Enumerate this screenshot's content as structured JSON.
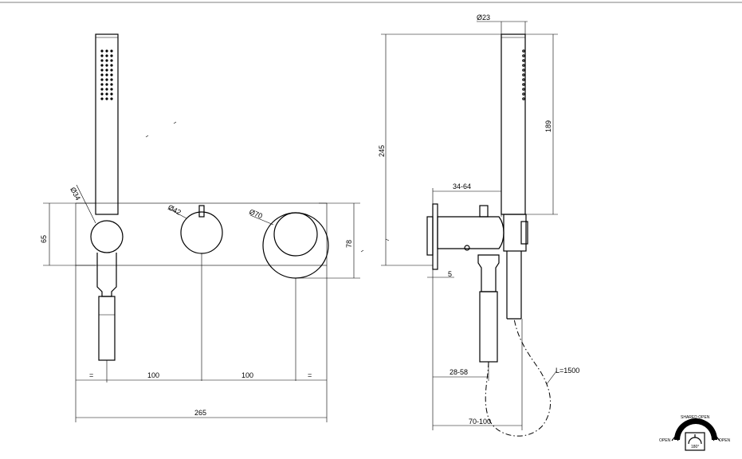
{
  "front_view": {
    "dims": {
      "handshower_dia": "Ø34",
      "middle_knob_dia": "Ø42",
      "right_knob_dia": "Ø70",
      "plate_height": "65",
      "overall_height": "78",
      "equal_left": "=",
      "spacing_1": "100",
      "spacing_2": "100",
      "equal_right": "=",
      "total_width": "265"
    }
  },
  "side_view": {
    "dims": {
      "handshower_dia": "Ø23",
      "overall_height": "245",
      "handshower_length": "189",
      "depth_range": "34-64",
      "plate_thickness": "5",
      "holder_depth": "28-58",
      "hose_depth": "70-100",
      "hose_length": "L=1500"
    }
  },
  "operation_legend": {
    "top_label": "SHARED OPEN",
    "left_label": "OPEN",
    "right_label": "OPEN",
    "center_label": "180°"
  }
}
